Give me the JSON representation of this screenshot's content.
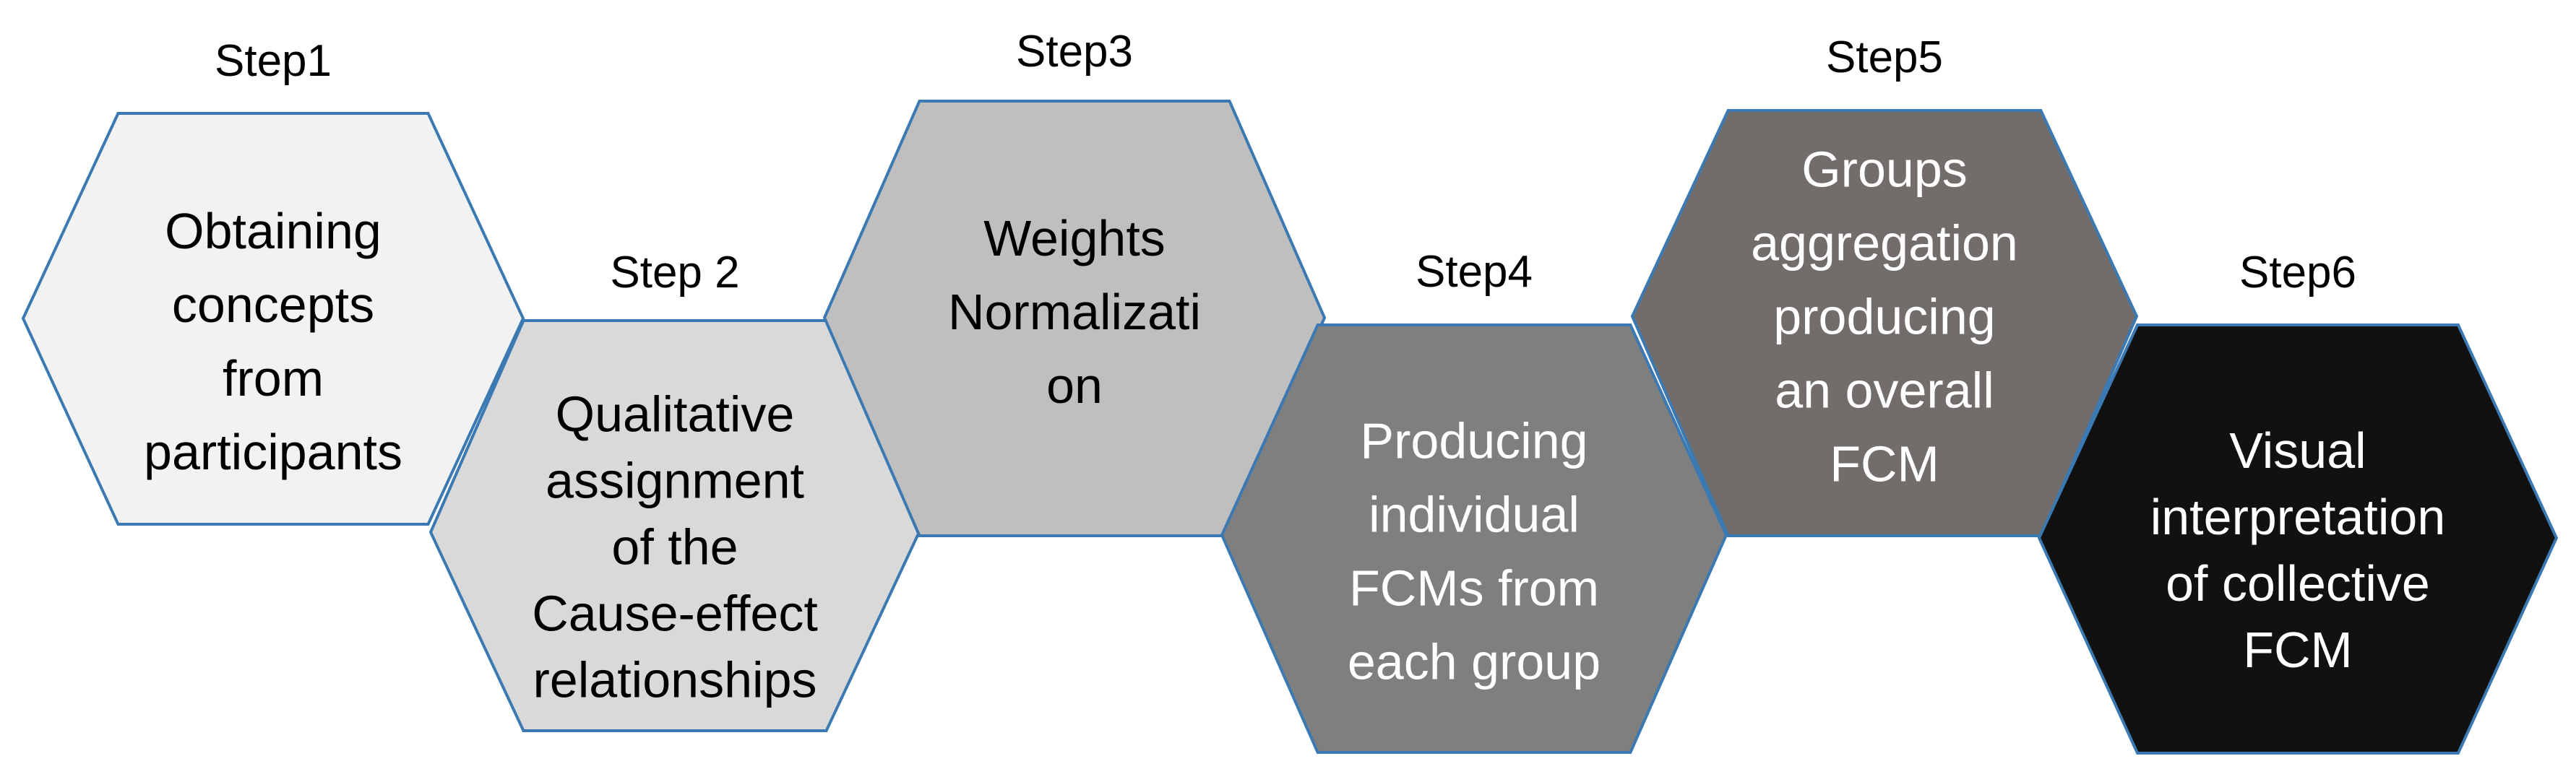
{
  "steps": [
    {
      "label": "Step1",
      "lines": [
        "Obtaining",
        "concepts",
        "from",
        "participants"
      ],
      "fill": "#f2f2f2",
      "text_color": "#000000"
    },
    {
      "label": "Step 2",
      "lines": [
        "Qualitative",
        "assignment",
        "of the",
        "Cause-effect",
        "relationships"
      ],
      "fill": "#d9d9d9",
      "text_color": "#000000"
    },
    {
      "label": "Step3",
      "lines": [
        "Weights",
        "Normalizati",
        "on"
      ],
      "fill": "#bfbfbf",
      "text_color": "#000000"
    },
    {
      "label": "Step4",
      "lines": [
        "Producing",
        "individual",
        "FCMs from",
        "each group"
      ],
      "fill": "#7f7f7f",
      "text_color": "#ffffff"
    },
    {
      "label": "Step5",
      "lines": [
        "Groups",
        "aggregation",
        "producing",
        "an overall",
        "FCM"
      ],
      "fill": "#726d6b",
      "text_color": "#ffffff"
    },
    {
      "label": "Step6",
      "lines": [
        "Visual",
        "interpretation",
        "of collective",
        "FCM"
      ],
      "fill": "#111111",
      "text_color": "#ffffff"
    }
  ]
}
